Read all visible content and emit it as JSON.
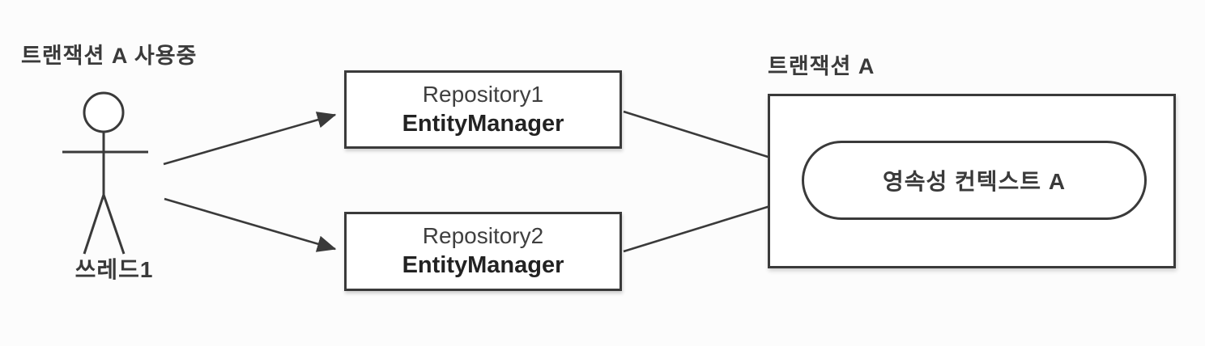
{
  "actor": {
    "caption": "트랜잭션 A 사용중",
    "name": "쓰레드1"
  },
  "repositories": [
    {
      "title": "Repository1",
      "subtitle": "EntityManager"
    },
    {
      "title": "Repository2",
      "subtitle": "EntityManager"
    }
  ],
  "transaction": {
    "label": "트랜잭션 A",
    "context": "영속성 컨텍스트 A"
  },
  "colors": {
    "line": "#3a3a3a",
    "text": "#333333",
    "background": "#fcfcfc"
  }
}
